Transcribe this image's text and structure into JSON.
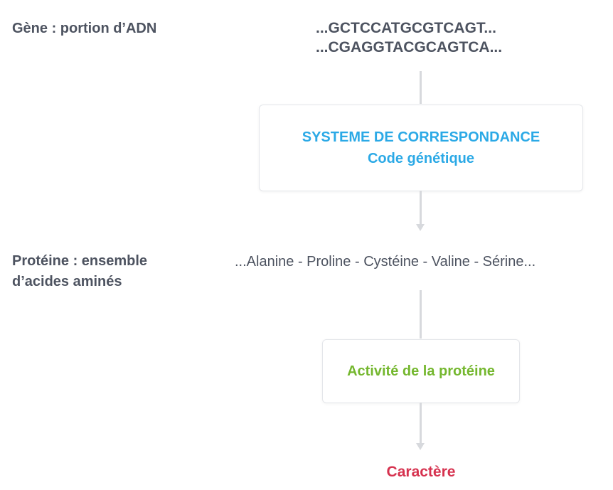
{
  "gene": {
    "label": "Gène : portion d’ADN",
    "strand_top": "...GCTCCATGCGTCAGT...",
    "strand_bottom": "...CGAGGTACGCAGTCA..."
  },
  "correspondence_box": {
    "title": "SYSTEME DE CORRESPONDANCE",
    "subtitle": "Code génétique"
  },
  "protein": {
    "label_line1": "Protéine : ensemble",
    "label_line2": "d’acides aminés",
    "sequence": "...Alanine - Proline - Cystéine - Valine - Sérine..."
  },
  "activity_box": {
    "label": "Activité de la protéine"
  },
  "character": {
    "label": "Caractère"
  },
  "colors": {
    "text": "#4d5360",
    "code_blue": "#2ba9e6",
    "activity_green": "#74b72e",
    "character_red": "#d6324f",
    "arrow_gray": "#d7d9dd"
  }
}
